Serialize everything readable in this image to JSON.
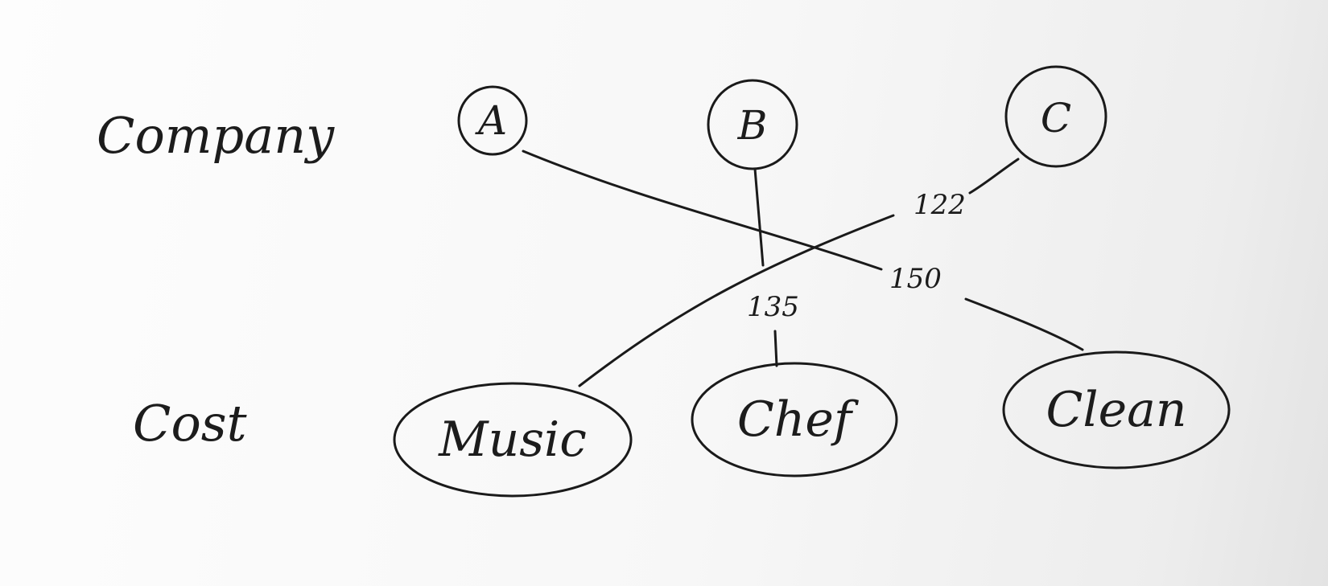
{
  "rows": {
    "company_label": "Company",
    "cost_label": "Cost"
  },
  "companies": [
    {
      "id": "A",
      "label": "A"
    },
    {
      "id": "B",
      "label": "B"
    },
    {
      "id": "C",
      "label": "C"
    }
  ],
  "costs": [
    {
      "id": "music",
      "label": "Music"
    },
    {
      "id": "chef",
      "label": "Chef"
    },
    {
      "id": "clean",
      "label": "Clean"
    }
  ],
  "edges": [
    {
      "from": "A",
      "to": "clean",
      "weight": "150"
    },
    {
      "from": "B",
      "to": "chef",
      "weight": "135"
    },
    {
      "from": "C",
      "to": "music",
      "weight": "122"
    }
  ]
}
